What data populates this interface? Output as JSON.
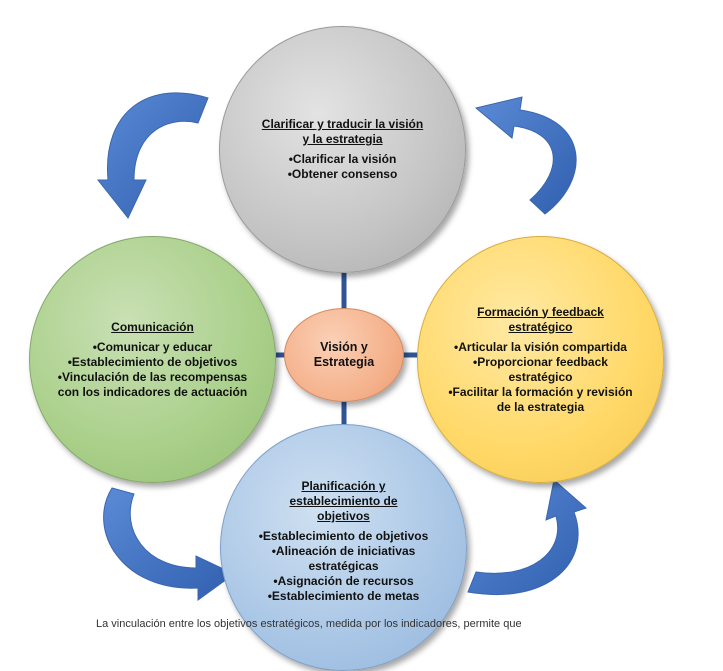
{
  "center": {
    "lines": [
      "Visión y",
      "Estrategia"
    ]
  },
  "top": {
    "title_lines": [
      "Clarificar y traducir la visión",
      "y la estrategia"
    ],
    "bullets": [
      "•Clarificar la visión",
      "•Obtener consenso"
    ]
  },
  "left": {
    "title": "Comunicación",
    "bullets": [
      "•Comunicar y educar",
      "•Establecimiento de objetivos",
      "•Vinculación de las recompensas con los indicadores de actuación"
    ]
  },
  "right": {
    "title_lines": [
      "Formación y feedback",
      "estratégico"
    ],
    "bullets": [
      "•Articular la visión compartida",
      "•Proporcionar feedback estratégico",
      "•Facilitar la formación y revisión de la estrategia"
    ]
  },
  "bottom": {
    "title_lines": [
      "Planificación y",
      "establecimiento de",
      "objetivos"
    ],
    "bullets": [
      "•Establecimiento de objetivos",
      "•Alineación de iniciativas estratégicas",
      "•Asignación de recursos",
      "•Establecimiento de metas"
    ]
  },
  "caption": "La vinculación entre los objetivos estratégicos, medida por los indicadores, permite que",
  "colors": {
    "arrow": "#4472c4",
    "connector": "#2f5597",
    "top": "#c4c4c4",
    "left": "#a9cf89",
    "right": "#ffd867",
    "bottom": "#a9c6e6",
    "center": "#f4b08a"
  }
}
